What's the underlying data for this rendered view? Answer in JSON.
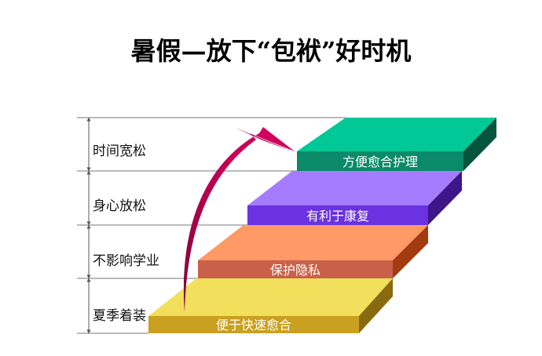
{
  "title": "暑假—放下“包袱”好时机",
  "levels": [
    {
      "label": "时间宽松",
      "step": "方便愈合护理",
      "color": "#00c896"
    },
    {
      "label": "身心放松",
      "step": "有利于康复",
      "color": "#9966ff"
    },
    {
      "label": "不影响学业",
      "step": "保护隐私",
      "color": "#ff9966"
    },
    {
      "label": "夏季着装",
      "step": "便于快速愈合",
      "color": "#f0dc5a"
    }
  ],
  "arrow_color": "#cc0066"
}
